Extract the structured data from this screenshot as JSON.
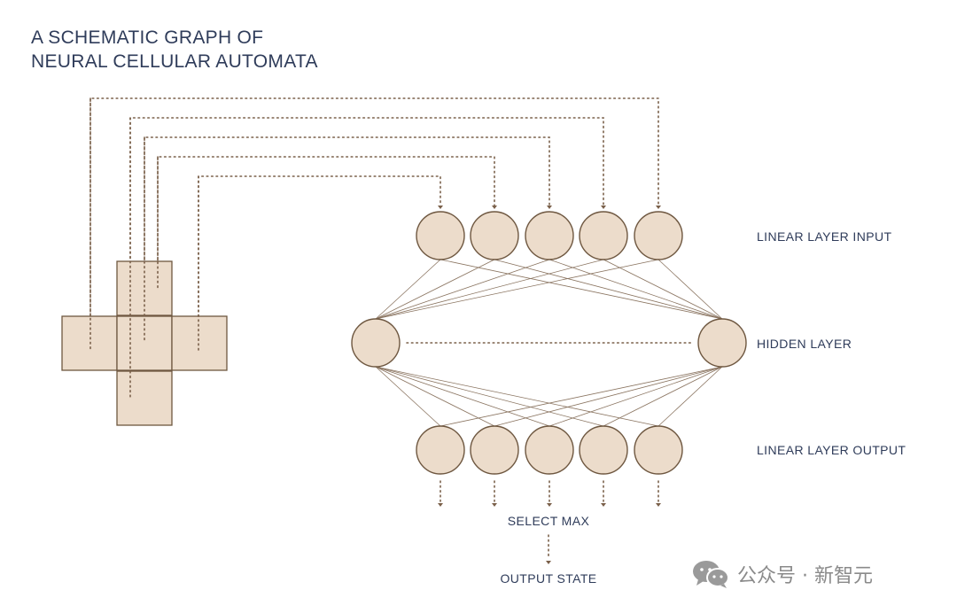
{
  "title": {
    "line1": "A SCHEMATIC GRAPH OF",
    "line2": "NEURAL CELLULAR AUTOMATA"
  },
  "labels": {
    "input_layer": "LINEAR LAYER INPUT",
    "hidden_layer": "HIDDEN LAYER",
    "output_layer": "LINEAR LAYER OUTPUT",
    "select_max": "SELECT MAX",
    "output_state": "OUTPUT STATE"
  },
  "watermark": {
    "text": "公众号 · 新智元",
    "icon": "wechat-logo-icon"
  },
  "colors": {
    "node_fill": "#ecdccb",
    "node_stroke": "#6e5740",
    "edge": "#8a7460",
    "dotted": "#7a604a",
    "text": "#2f3c5a"
  }
}
